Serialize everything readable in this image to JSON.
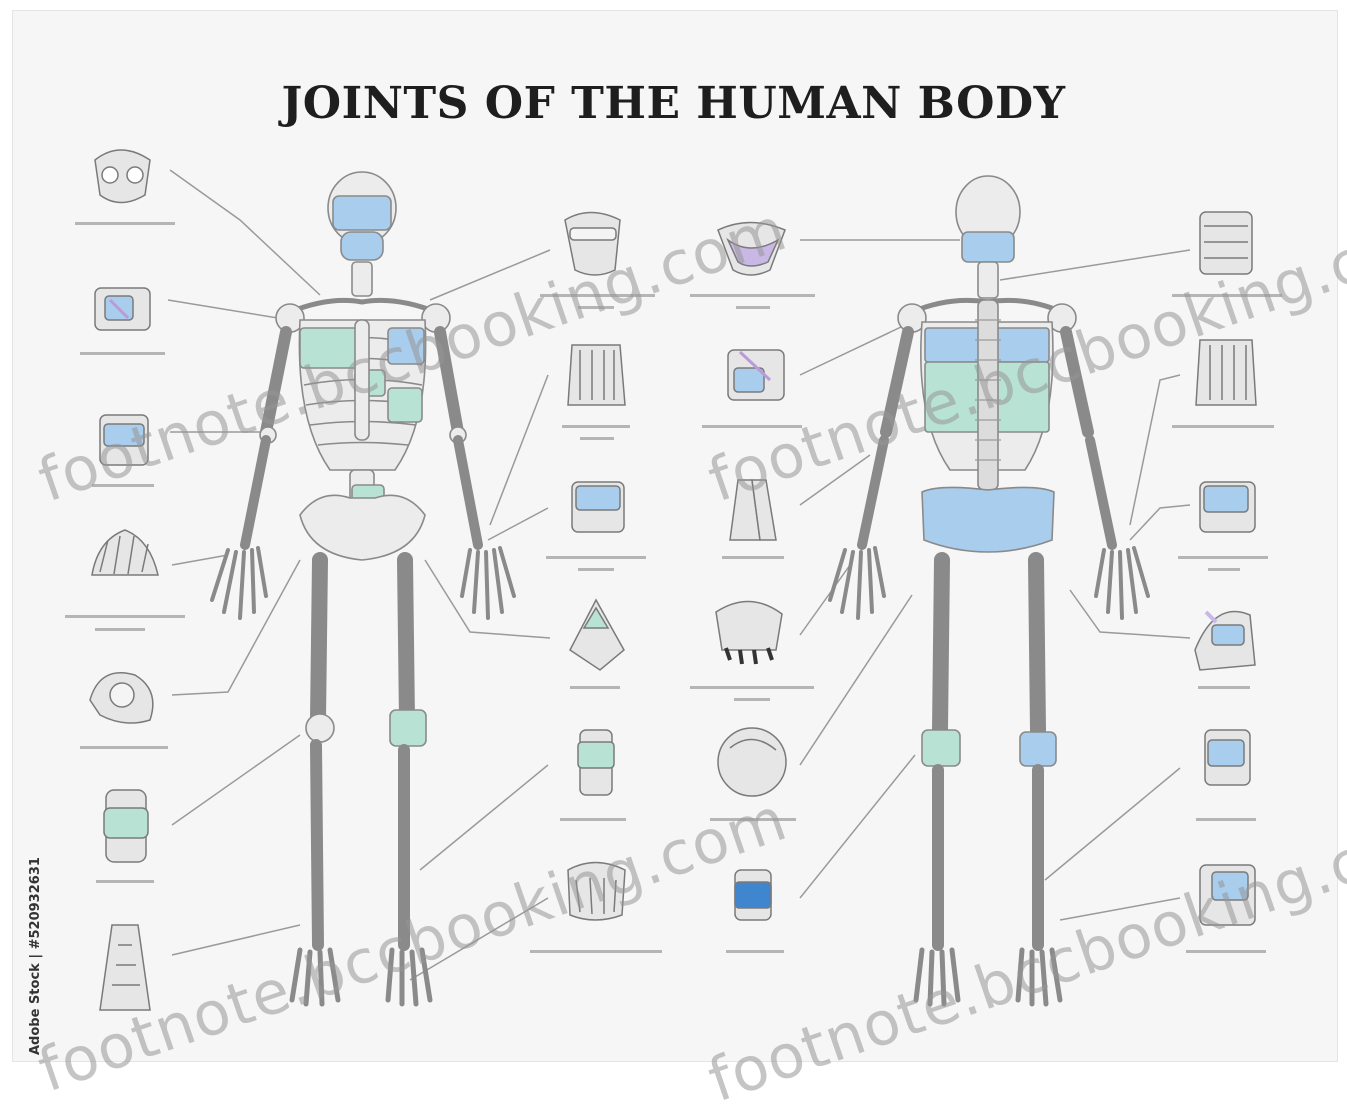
{
  "title": "JOINTS OF THE HUMAN BODY",
  "watermarks": [
    "footnote.bccbooking.com",
    "footnote.bccbooking.com",
    "footnote.bccbooking.com",
    "footnote.bccbooking.com"
  ],
  "credit": "Adobe Stock | #520932631",
  "colors": {
    "highlight_blue": "#a9cdec",
    "highlight_green": "#b8e3d4",
    "bone": "#e9e9e9",
    "outline": "#8a8a8a",
    "leader": "#9a9a9a"
  },
  "joint_icons": [
    "jaw-joint-icon",
    "shoulder-joint-icon",
    "wrist-joint-icon",
    "hand-joint-icon",
    "hip-joint-icon",
    "knee-joint-icon",
    "foot-joint-icon",
    "vertebra-joint-icon",
    "wrist-bones-icon",
    "carpal-joint-icon",
    "elbow-joint-icon",
    "ankle-joint-icon",
    "toe-joint-icon",
    "pelvis-joint-icon",
    "rib-joint-icon",
    "forearm-joint-icon",
    "finger-joints-icon",
    "ball-socket-joint-icon",
    "knee-ligament-icon",
    "spine-joint-icon",
    "hand-bones-icon",
    "saddle-joint-icon",
    "hinge-joint-icon",
    "ankle-bones-icon",
    "heel-joint-icon"
  ]
}
